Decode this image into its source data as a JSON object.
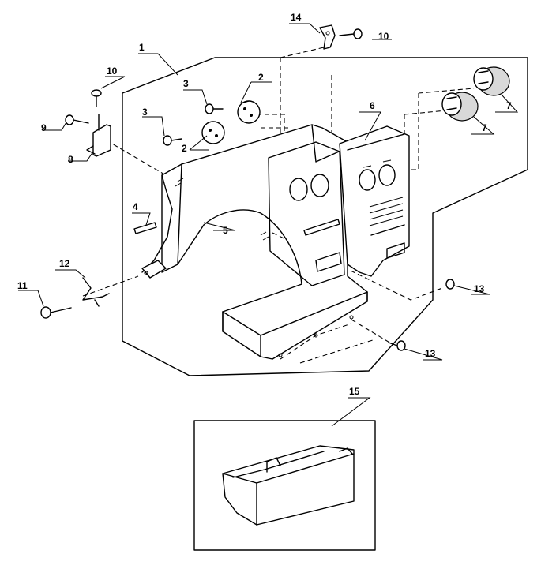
{
  "callouts": [
    {
      "id": "1",
      "label": "1"
    },
    {
      "id": "2a",
      "label": "2"
    },
    {
      "id": "2b",
      "label": "2"
    },
    {
      "id": "3a",
      "label": "3"
    },
    {
      "id": "3b",
      "label": "3"
    },
    {
      "id": "4",
      "label": "4"
    },
    {
      "id": "5",
      "label": "5"
    },
    {
      "id": "6",
      "label": "6"
    },
    {
      "id": "7a",
      "label": "7"
    },
    {
      "id": "7b",
      "label": "7"
    },
    {
      "id": "8",
      "label": "8"
    },
    {
      "id": "9",
      "label": "9"
    },
    {
      "id": "10a",
      "label": "10"
    },
    {
      "id": "10b",
      "label": "10"
    },
    {
      "id": "11",
      "label": "11"
    },
    {
      "id": "12",
      "label": "12"
    },
    {
      "id": "13a",
      "label": "13"
    },
    {
      "id": "13b",
      "label": "13"
    },
    {
      "id": "14",
      "label": "14"
    },
    {
      "id": "15",
      "label": "15"
    }
  ]
}
